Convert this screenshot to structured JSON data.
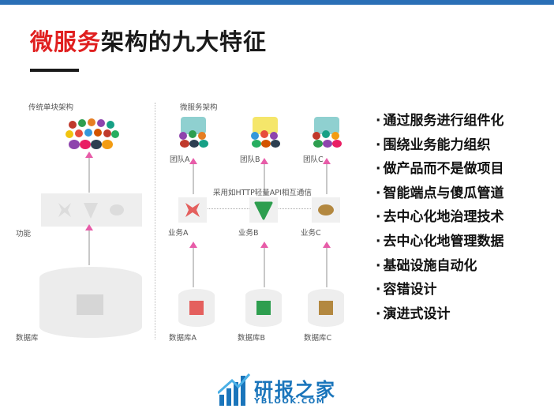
{
  "title": {
    "highlight": "微服务",
    "rest": "架构的九大特征"
  },
  "traditional": {
    "heading": "传统单块架构",
    "function_label": "功能",
    "database_label": "数据库"
  },
  "microservice": {
    "heading": "微服务架构",
    "comm_label": "采用如HTTP轻量API相互通信",
    "teams": [
      "团队A",
      "团队B",
      "团队C"
    ],
    "services": [
      "业务A",
      "业务B",
      "业务C"
    ],
    "databases": [
      "数据库A",
      "数据库B",
      "数据库C"
    ]
  },
  "features": [
    "通过服务进行组件化",
    "围绕业务能力组织",
    "做产品而不是做项目",
    "智能端点与傻瓜管道",
    "去中心化地治理技术",
    "去中心化地管理数据",
    "基础设施自动化",
    "容错设计",
    "演进式设计"
  ],
  "colors": {
    "accent_red": "#e02020",
    "arrow_pink": "#e75ca8",
    "team_a": "#8fd0d0",
    "team_b": "#f5e66a",
    "team_c": "#8fd0d0",
    "service_a": "#e4605e",
    "service_b": "#2e9e4f",
    "service_c": "#b38840",
    "brand_blue": "#1a75bb"
  },
  "icons": [
    "team-cluster-icon",
    "service-shape-icon",
    "database-icon",
    "logo-bars-icon"
  ],
  "logo": {
    "name": "研报之家",
    "url": "YBLOOK.COM"
  }
}
